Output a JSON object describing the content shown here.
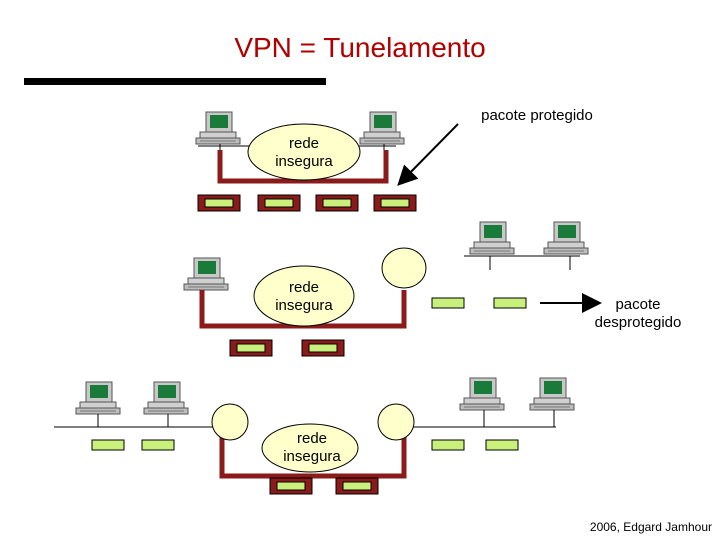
{
  "title": "VPN = Tunelamento",
  "labels": {
    "protected_packet": "pacote protegido",
    "unprotected_packet_line1": "pacote",
    "unprotected_packet_line2": "desprotegido",
    "insecure_network_line1": "rede",
    "insecure_network_line2": "insegura"
  },
  "footer": "2006, Edgard Jamhour",
  "colors": {
    "title": "#b00000",
    "tunnel": "#8b1a1a",
    "packet_green": "#c8f07a",
    "gateway": "#ffffcc",
    "cloud": "#ffffcc"
  }
}
